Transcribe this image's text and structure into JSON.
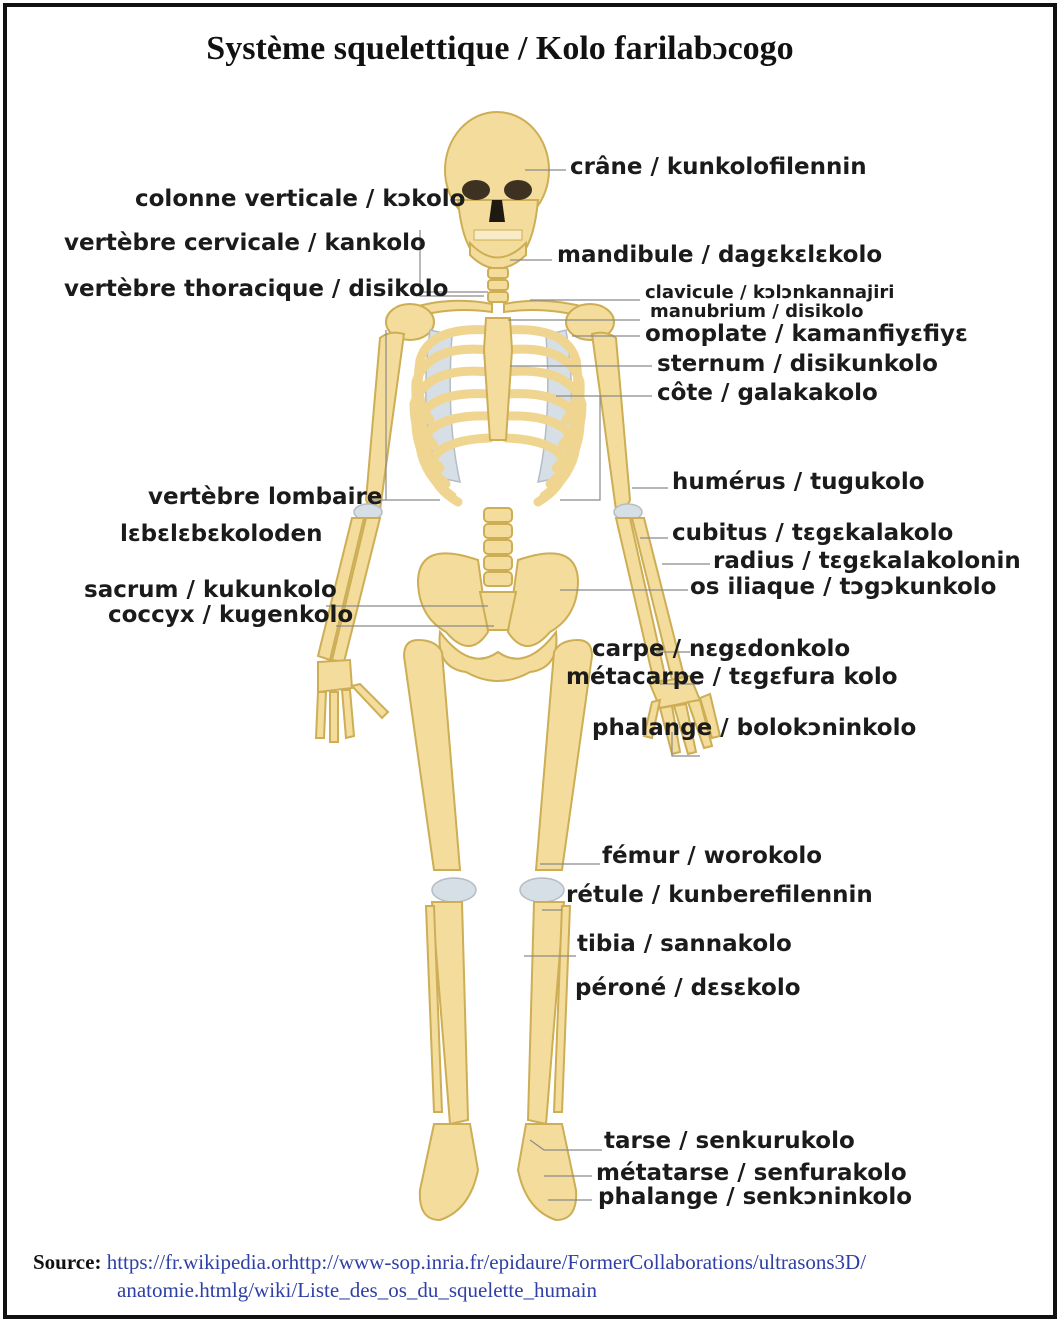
{
  "title": "Système squelettique / Kolo farilabɔcogo",
  "colors": {
    "bone": "#f3dc9c",
    "bone_stroke": "#cdae55",
    "cartilage": "#d6dfe6",
    "leader": "#8a8a8a",
    "border": "#111111",
    "link": "#2e3fa6"
  },
  "labels": {
    "crane": "crâne / kunkolofilennin",
    "colonne": "colonne verticale / kɔkolo",
    "cervicale": "vertèbre cervicale / kankolo",
    "mandibule": "mandibule / dagɛkɛlɛkolo",
    "thoracique": "vertèbre thoracique / disikolo",
    "clavicule": "clavicule / kɔlɔnkannajiri",
    "manubrium": "manubrium / disikolo",
    "omoplate": "omoplate / kamanfiyɛfiyɛ",
    "sternum": "sternum / disikunkolo",
    "cote": "côte / galakakolo",
    "humerus": "humérus / tugukolo",
    "lombaire_1": "vertèbre lombaire",
    "lombaire_2": "lɛbɛlɛbɛkoloden",
    "cubitus": "cubitus / tɛgɛkalakolo",
    "radius": "radius / tɛgɛkalakolonin",
    "iliaque": "os iliaque / tɔgɔkunkolo",
    "sacrum": "sacrum / kukunkolo",
    "coccyx": "coccyx / kugenkolo",
    "carpe": "carpe / nɛgɛdonkolo",
    "metacarpe": "métacarpe / tɛgɛfura kolo",
    "phalange_main": "phalange / bolokɔninkolo",
    "femur": "fémur / worokolo",
    "rotule": "rétule / kunberefilennin",
    "tibia": "tibia / sannakolo",
    "perone": "péroné / dɛsɛkolo",
    "tarse": "tarse / senkurukolo",
    "metatarse": "métatarse / senfurakolo",
    "phalange_pied": "phalange  / senkɔninkolo"
  },
  "source": {
    "label": "Source:",
    "url_line1": "https://fr.wikipedia.orhttp://www-sop.inria.fr/epidaure/FormerCollaborations/ultrasons3D/",
    "url_line2": "anatomie.htmlg/wiki/Liste_des_os_du_squelette_humain"
  }
}
